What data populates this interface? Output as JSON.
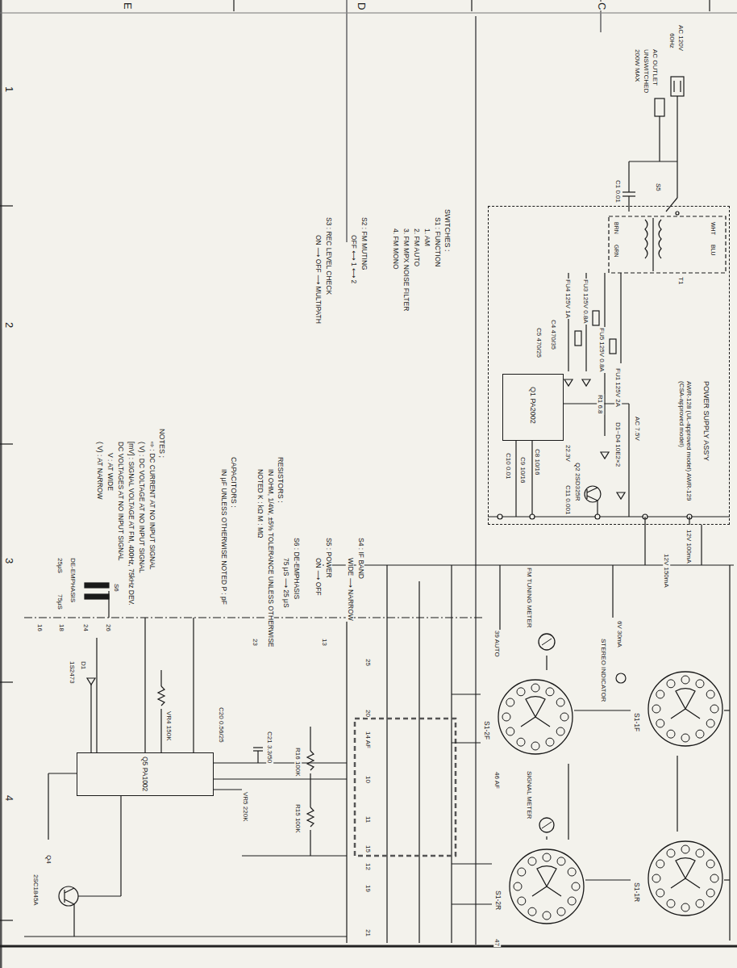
{
  "diagram": {
    "nodes": [
      {
        "text": [
          "POWER SUPPLY ASS'Y",
          "AWR-128 (UL-approved model) AWR-129 (CSA-approved model)"
        ]
      },
      {
        "text": [
          "Q1 PA2002"
        ],
        "in": 0
      },
      {
        "text": [
          "Q5 PA1002"
        ]
      },
      {
        "text": [
          "S1-2F"
        ]
      },
      {
        "text": [
          "S1-1F"
        ]
      },
      {
        "text": [
          "S1-2R"
        ]
      },
      {
        "text": [
          "S1-1R"
        ]
      },
      {
        "text": [
          "FM TUNING METER"
        ]
      },
      {
        "text": [
          "SIGNAL METER"
        ]
      }
    ],
    "edges": [
      {
        "from": 3,
        "to": 5,
        "arrow": "none"
      },
      {
        "from": 4,
        "to": 6,
        "arrow": "none"
      },
      {
        "from": 7,
        "to": 3,
        "arrow": "none"
      },
      {
        "from": 8,
        "to": 5,
        "arrow": "none"
      }
    ],
    "labels": [
      "E",
      "D",
      "C",
      "1",
      "2",
      "3",
      "4",
      "NOTES ;",
      "⇨ : DC CURRENT AT NO INPUT SIGNAL",
      "( V) : DC VOLTAGE AT NO INPUT SIGNAL",
      "[mV] : SIGNAL VOLTAGE AT FM, 400Hz, 75kHz DEV.",
      "DC VOLTAGES AT NO INPUT SIGNAL",
      "V : AT WIDE",
      "( V) : AT NARROW",
      "RESISTORS :",
      "IN OHM, 1/4W, ±5% TOLERANCE UNLESS OTHERWISE",
      "NOTED K : kΩ M : MΩ",
      "CAPACITORS :",
      "IN μF UNLESS OTHERWISE NOTED P : pF",
      "SWITCHES :",
      "S1 : FUNCTION",
      "1. AM",
      "2. FM AUTO",
      "3. FM MPX NOISE FILTER",
      "4. FM MONO",
      "S2 : FM MUTING",
      "OFF ⟷ 1 ⟷ 2",
      "S3 : REC LEVEL CHECK",
      "ON ⟶ OFF ⟶ MULTIPATH",
      "S4 : IF BAND",
      "WIDE ⟶ NARROW",
      "S5 : POWER",
      "ON ⟶ OFF",
      "S6 : DE-EMPHASIS",
      "75 μS ⟶ 25 μS",
      "AC OUTLET",
      "UNSWITCHED",
      "200W MAX",
      "AC 120V",
      "60Hz",
      "C1 0.01",
      "S5",
      "BRN",
      "GRN",
      "WHT",
      "BLU",
      "T1",
      "FU4 125V 1A",
      "FU3 125V 0.8A",
      "FU5 125V 0.8A",
      "FU1 125V 2A",
      "AC 7.5V",
      "D1~D4 10E2×2",
      "R1 6.8",
      "C4 470/35",
      "C5 470/25",
      "22.3V",
      "Q2 2SD325R",
      "C8 10/16",
      "C9 10/16",
      "C10 0.01",
      "C11 0.001",
      "12V 100mA",
      "12V 150mA",
      "6V 30mA",
      "STEREO INDICATOR",
      "39 AUTO",
      "46 AF",
      "47",
      "25",
      "20",
      "14 AF",
      "10",
      "11",
      "15",
      "12",
      "19",
      "21",
      "16",
      "18",
      "24",
      "26",
      "23",
      "13",
      "VR4 150K",
      "C21 3.3/50",
      "R16 100K",
      "R15 100K",
      "VR5 220K",
      "C20 0.56/25",
      "1S2473",
      "D1",
      "2SC1845A",
      "Q4",
      "S6",
      "DE-EMPHASIS",
      "25μS",
      "75μS"
    ]
  }
}
